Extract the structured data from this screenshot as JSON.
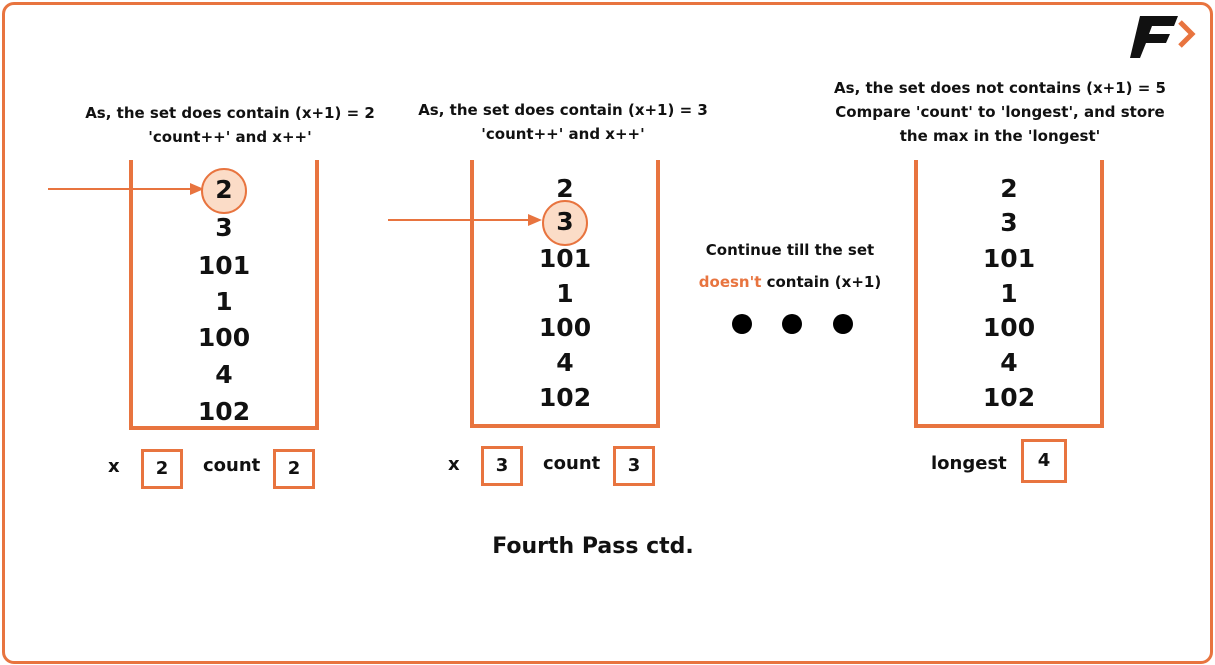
{
  "title": "Fourth Pass ctd.",
  "colors": {
    "accent": "#e8743f",
    "highlight": "#fbdcc7"
  },
  "panels": [
    {
      "caption": [
        "As, the set does contain (x+1) = 2",
        "'count++' and x++'"
      ],
      "values": [
        "2",
        "3",
        "101",
        "1",
        "100",
        "4",
        "102"
      ],
      "highlight_index": 0,
      "x_label": "x",
      "x_value": "2",
      "count_label": "count",
      "count_value": "2"
    },
    {
      "caption": [
        "As, the set does contain (x+1) = 3",
        "'count++' and x++'"
      ],
      "values": [
        "2",
        "3",
        "101",
        "1",
        "100",
        "4",
        "102"
      ],
      "highlight_index": 1,
      "x_label": "x",
      "x_value": "3",
      "count_label": "count",
      "count_value": "3"
    },
    {
      "caption": [
        "As, the set does not contains (x+1) = 5",
        "Compare 'count' to 'longest', and store",
        "the max in the 'longest'"
      ],
      "values": [
        "2",
        "3",
        "101",
        "1",
        "100",
        "4",
        "102"
      ],
      "longest_label": "longest",
      "longest_value": "4"
    }
  ],
  "middle": {
    "line1": "Continue till the set",
    "line2_highlight": "doesn't",
    "line2_rest": " contain (x+1)"
  },
  "logo_icon": "brand-logo-icon"
}
